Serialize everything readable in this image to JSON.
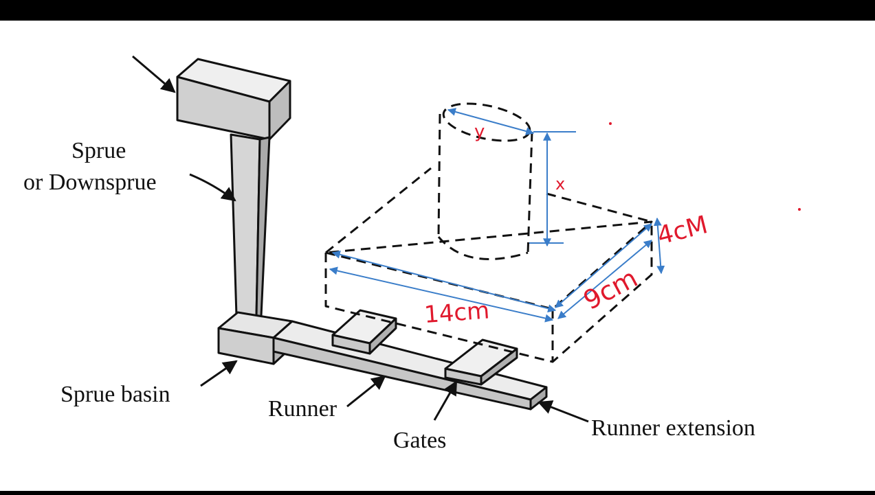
{
  "labels": {
    "sprue_line1": "Sprue",
    "sprue_line2": "or Downsprue",
    "sprue_basin": "Sprue basin",
    "runner": "Runner",
    "gates": "Gates",
    "runner_extension": "Runner extension"
  },
  "annotations": {
    "diameter": "y",
    "height": "x",
    "length": "14cm",
    "width": "9cm",
    "thickness": "4cM"
  },
  "colors": {
    "ink": "#111111",
    "dimension_arrow": "#3a7dc9",
    "handwriting": "#e0192d",
    "fill_gray": "#d8d8d8"
  }
}
